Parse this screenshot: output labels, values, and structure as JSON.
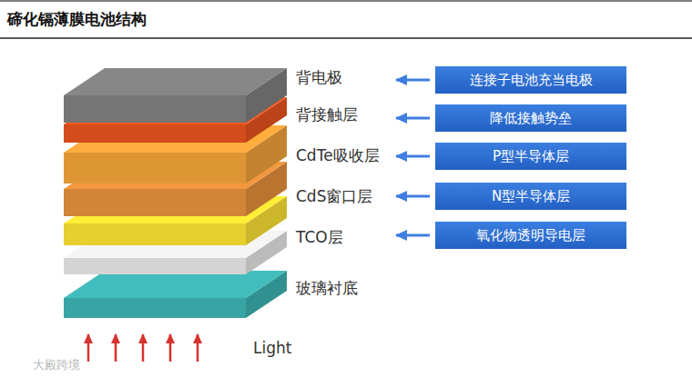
{
  "diagram": {
    "title": "碲化镉薄膜电池结构",
    "nodes": [
      {
        "text": [
          "背电极"
        ]
      },
      {
        "text": [
          "背接触层"
        ]
      },
      {
        "text": [
          "CdTe吸收层"
        ]
      },
      {
        "text": [
          "CdS窗口层"
        ]
      },
      {
        "text": [
          "TCO层"
        ]
      },
      {
        "text": [
          "玻璃衬底"
        ]
      },
      {
        "text": [
          "连接子电池充当电极"
        ]
      },
      {
        "text": [
          "降低接触势垒"
        ]
      },
      {
        "text": [
          "P型半导体层"
        ]
      },
      {
        "text": [
          "N型半导体层"
        ]
      },
      {
        "text": [
          "氧化物透明导电层"
        ]
      }
    ],
    "edges": [
      {
        "from": 6,
        "to": 0,
        "arrow": "to"
      },
      {
        "from": 7,
        "to": 1,
        "arrow": "to"
      },
      {
        "from": 8,
        "to": 2,
        "arrow": "to"
      },
      {
        "from": 9,
        "to": 3,
        "arrow": "to"
      },
      {
        "from": 10,
        "to": 4,
        "arrow": "to"
      }
    ],
    "labels": [
      "Light",
      "大殿跨境"
    ]
  }
}
